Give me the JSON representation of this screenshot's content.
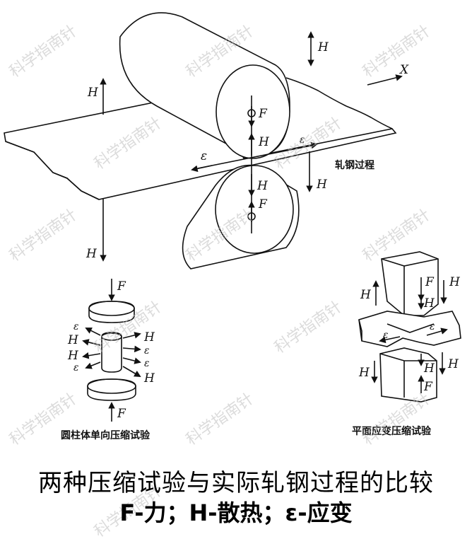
{
  "labels": {
    "H": "H",
    "F": "F",
    "X": "X",
    "eps": "ε"
  },
  "captions": {
    "rolling": "轧钢过程",
    "cylinder": "圆柱体单向压缩试验",
    "plane": "平面应变压缩试验"
  },
  "footer": {
    "title": "两种压缩试验与实际轧钢过程的比较",
    "legend": "F-力；H-散热；ε-应变"
  },
  "watermark": "科学指南针"
}
